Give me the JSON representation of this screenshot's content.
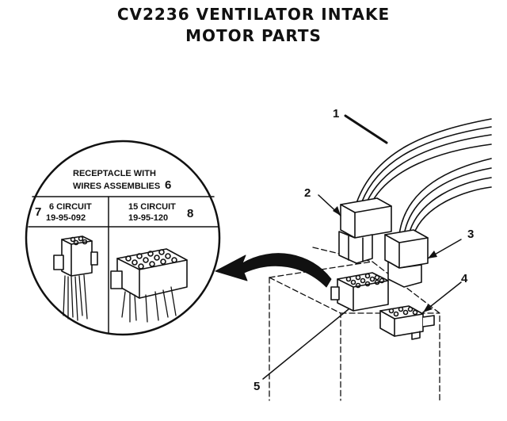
{
  "title": {
    "line1": "CV2236 VENTILATOR INTAKE",
    "line2": "MOTOR PARTS"
  },
  "inset": {
    "header_line1": "RECEPTACLE WITH",
    "header_line2": "WIRES ASSEMBLIES",
    "header_num": "6",
    "left_num": "7",
    "left_line1": "6 CIRCUIT",
    "left_line2": "19-95-092",
    "right_line1": "15 CIRCUIT",
    "right_line2": "19-95-120",
    "right_num": "8"
  },
  "callouts": {
    "c1": "1",
    "c2": "2",
    "c3": "3",
    "c4": "4",
    "c5": "5"
  },
  "colors": {
    "ink": "#111111",
    "paper": "#ffffff"
  }
}
